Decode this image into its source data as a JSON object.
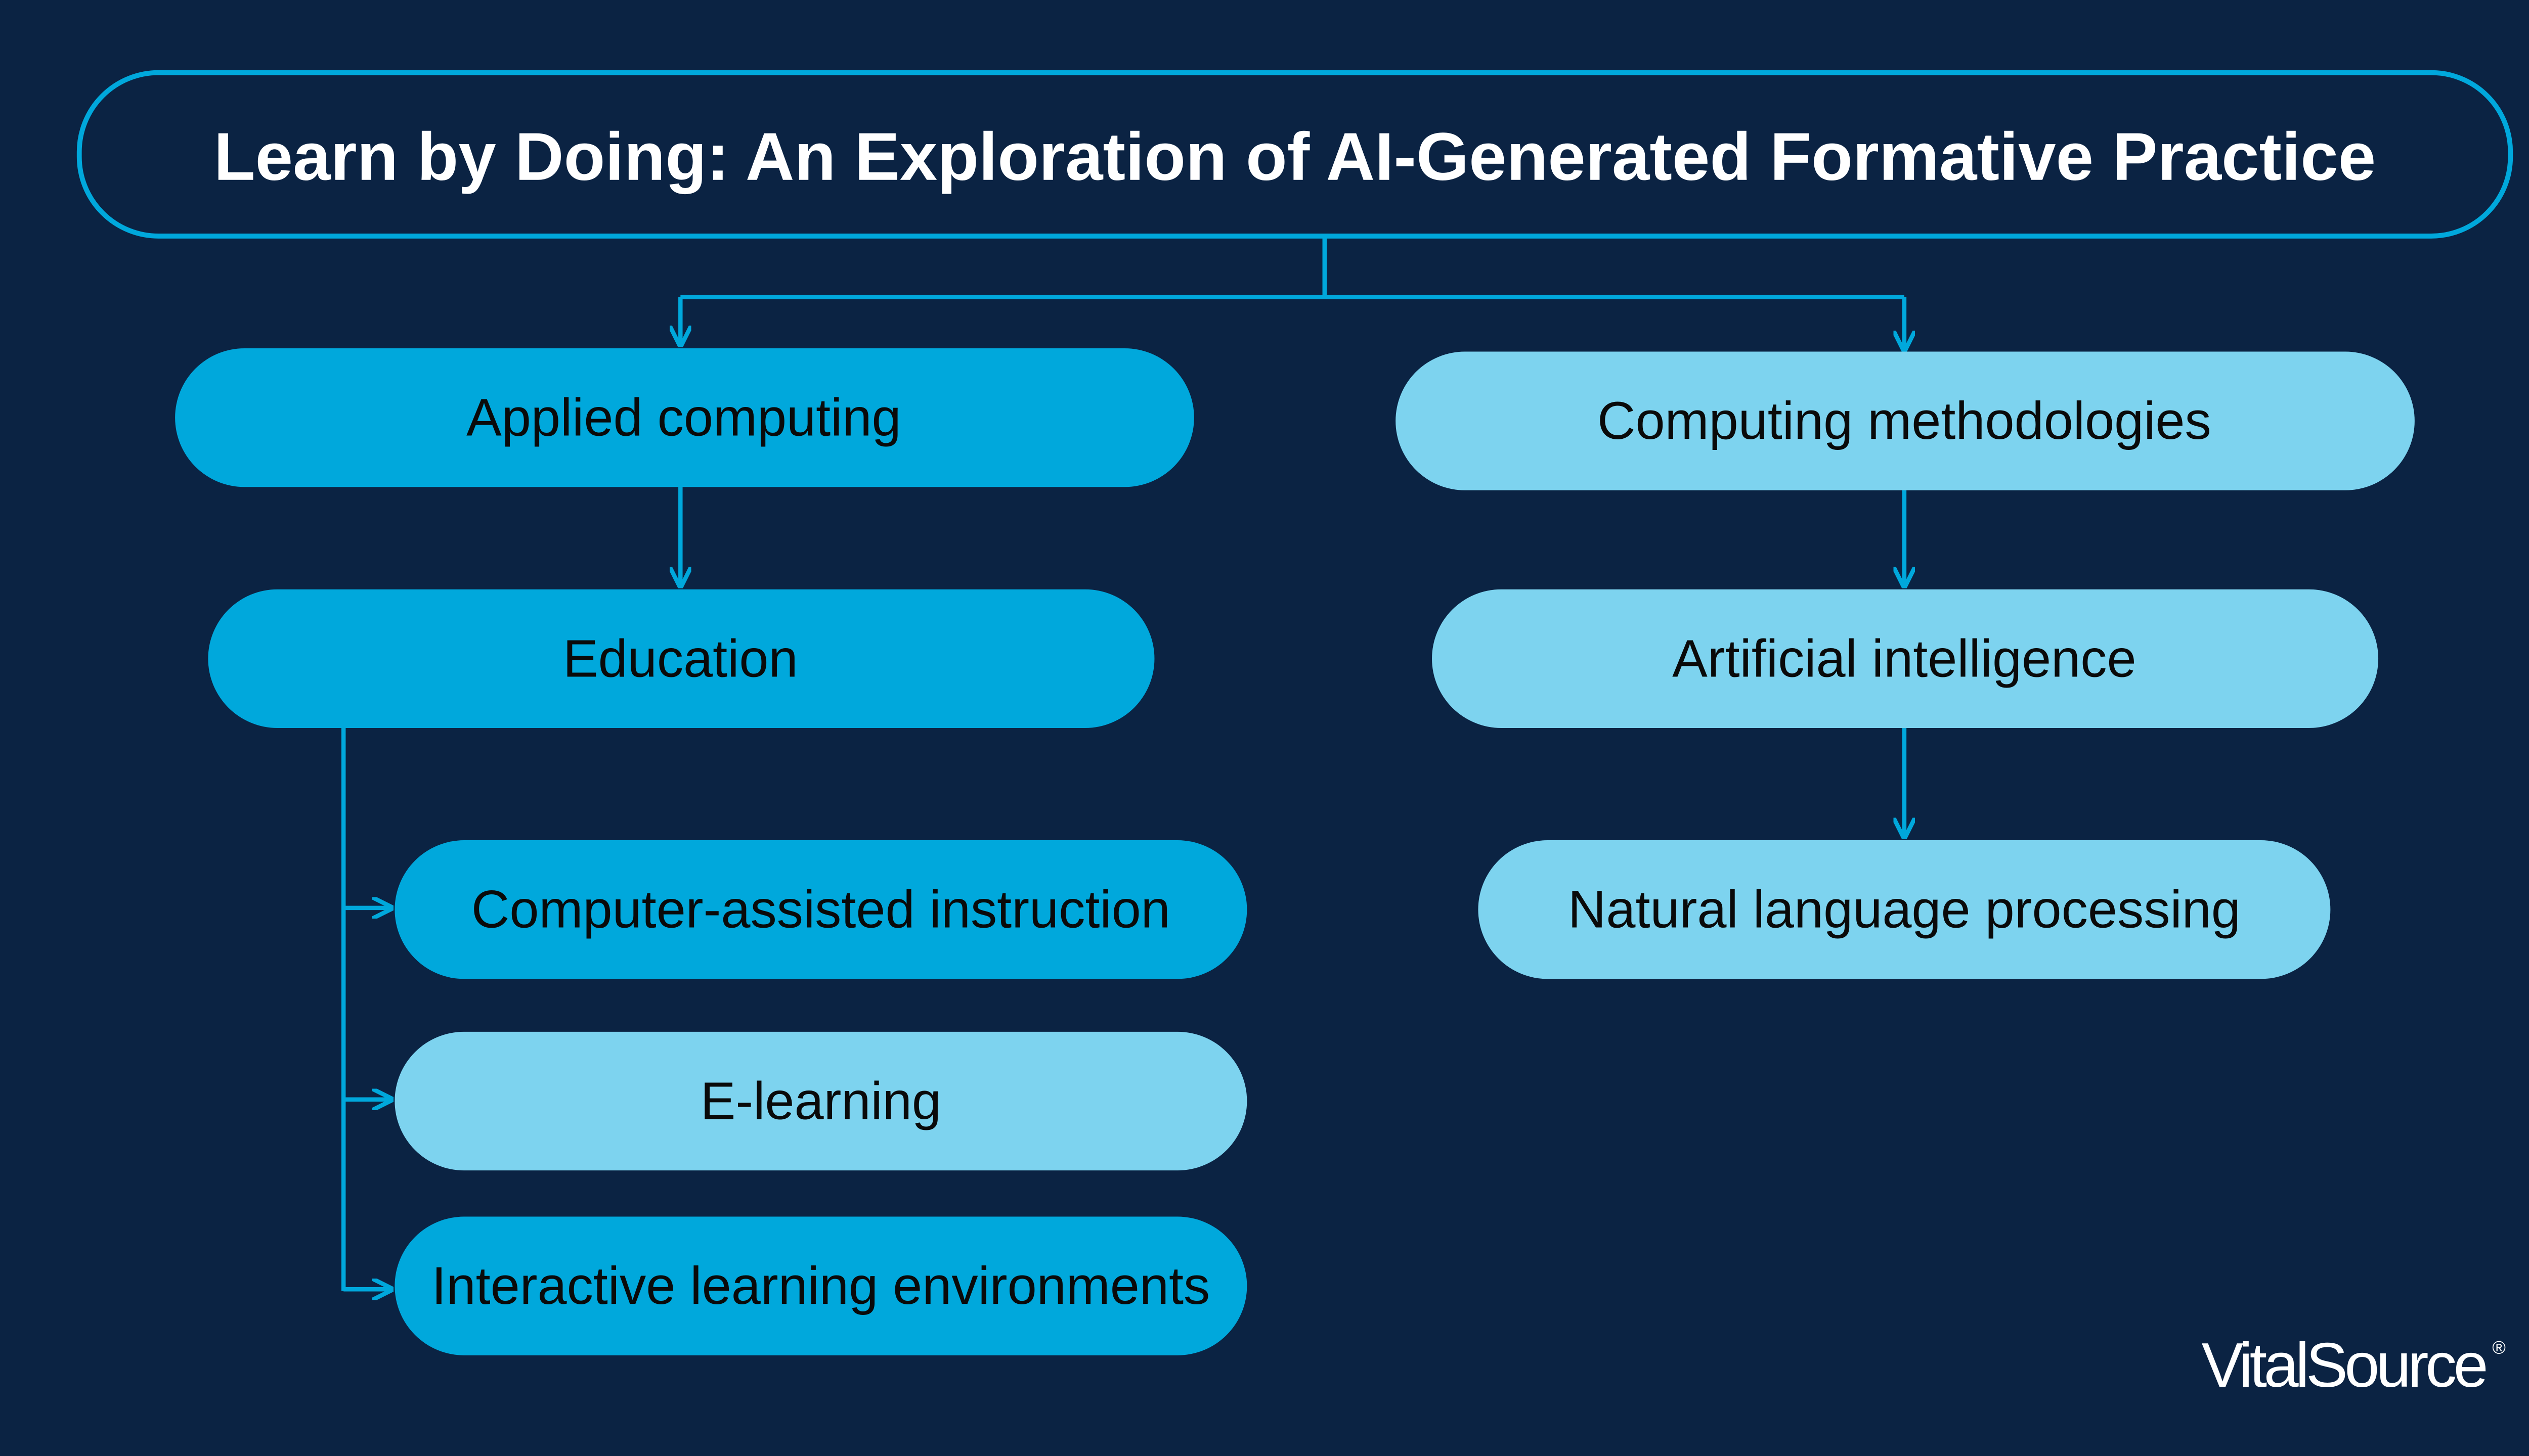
{
  "title": "Learn by Doing: An Exploration of AI-Generated Formative Practice",
  "colors": {
    "background": "#0b2343",
    "primary_node": "#00a8dc",
    "secondary_node": "#7dd3ef",
    "connector": "#00a8dc",
    "title_border": "#00a8dc"
  },
  "left_branch": {
    "root": "Applied computing",
    "child": "Education",
    "leaves": [
      "Computer-assisted instruction",
      "E-learning",
      "Interactive learning environments"
    ]
  },
  "right_branch": {
    "root": "Computing methodologies",
    "child": "Artificial intelligence",
    "leaf": "Natural language processing"
  },
  "logo": {
    "text": "VitalSource",
    "mark": "®"
  }
}
